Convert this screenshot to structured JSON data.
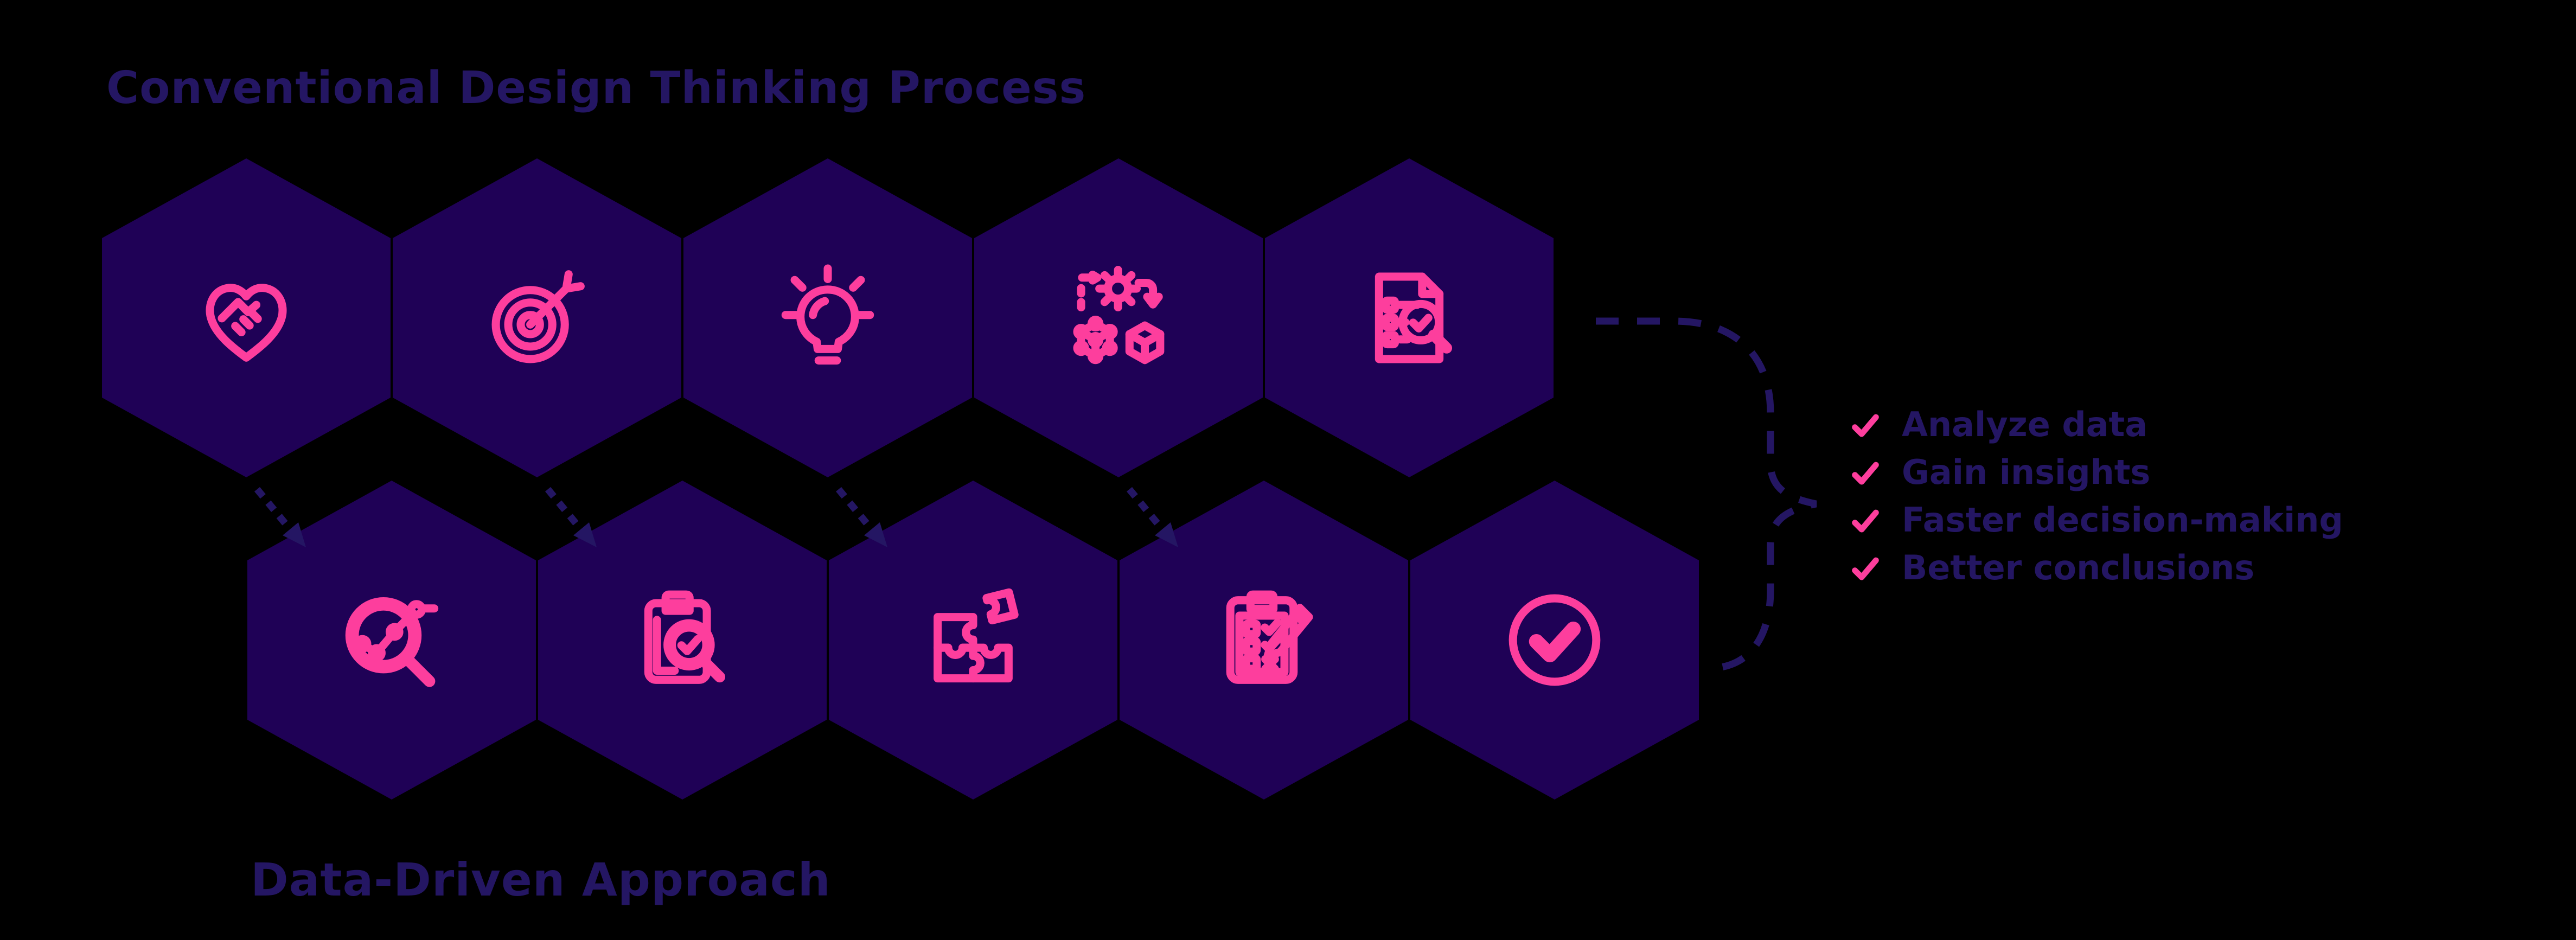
{
  "colors": {
    "background": "#000000",
    "hexagon_fill": "#1F0156",
    "accent_pink": "#FD3E9D",
    "ink_dark": "#241663"
  },
  "top_process": {
    "title": "Conventional Design Thinking Process",
    "hexagons": [
      {
        "icon": "handshake-heart"
      },
      {
        "icon": "target-arrow"
      },
      {
        "icon": "lightbulb"
      },
      {
        "icon": "prototype-gear-cubes"
      },
      {
        "icon": "test-document-magnifier"
      }
    ]
  },
  "bottom_process": {
    "title": "Data-Driven Approach",
    "hexagons": [
      {
        "icon": "magnifier-chart"
      },
      {
        "icon": "clipboard-magnifier-check"
      },
      {
        "icon": "puzzle-pieces"
      },
      {
        "icon": "checklist-pencil"
      },
      {
        "icon": "check-circle"
      }
    ]
  },
  "benefits": {
    "items": [
      {
        "icon": "check",
        "label": "Analyze data"
      },
      {
        "icon": "check",
        "label": "Gain insights"
      },
      {
        "icon": "check",
        "label": "Faster decision-making"
      },
      {
        "icon": "check",
        "label": "Better conclusions"
      }
    ]
  }
}
